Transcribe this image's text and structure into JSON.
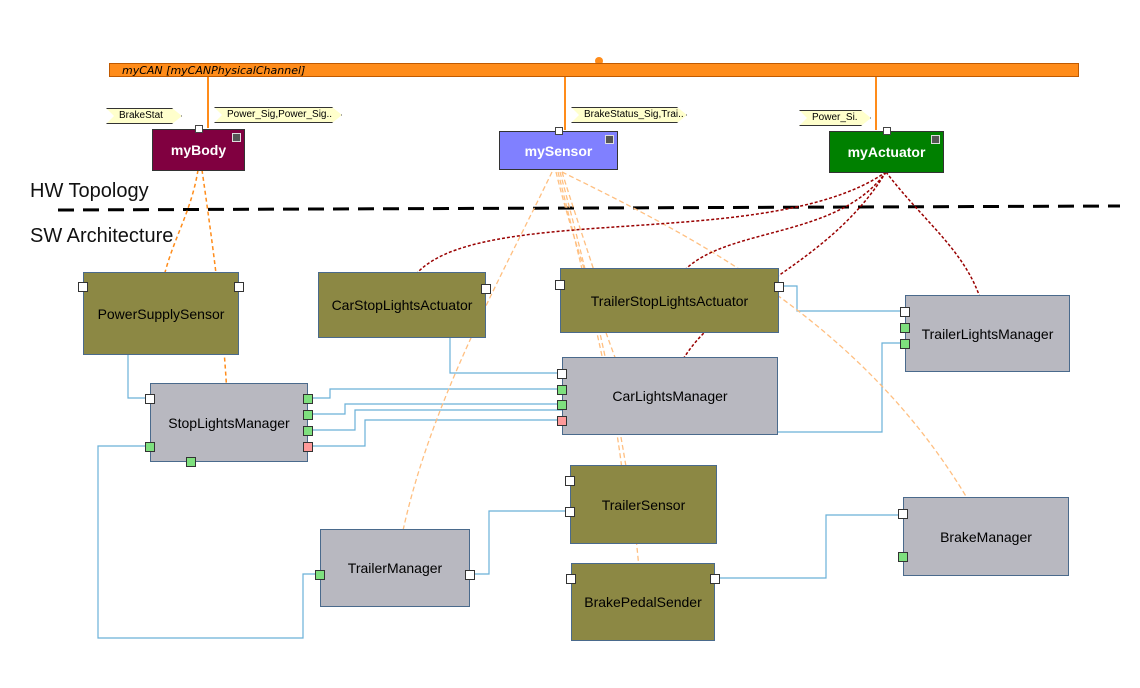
{
  "bus": {
    "label": "myCAN [myCANPhysicalChannel]",
    "color": "#ff8c1a"
  },
  "ecus": {
    "body": {
      "label": "myBody",
      "color": "#800040"
    },
    "sensor": {
      "label": "mySensor",
      "color": "#8080ff"
    },
    "actuator": {
      "label": "myActuator",
      "color": "#008000"
    }
  },
  "signals": {
    "brake_stat": "BrakeStat",
    "power_sig": "Power_Sig,Power_Sig..",
    "brake_status_sig": "BrakeStatus_Sig,Trai..",
    "power_si": "Power_Si."
  },
  "sections": {
    "hw": "HW Topology",
    "sw": "SW Architecture"
  },
  "components": {
    "power_supply_sensor": "PowerSupplySensor",
    "car_stop_lights_actuator": "CarStopLightsActuator",
    "trailer_stop_lights_actuator": "TrailerStopLightsActuator",
    "trailer_lights_manager": "TrailerLightsManager",
    "stop_lights_manager": "StopLightsManager",
    "car_lights_manager": "CarLightsManager",
    "trailer_sensor": "TrailerSensor",
    "trailer_manager": "TrailerManager",
    "brake_pedal_sender": "BrakePedalSender",
    "brake_manager": "BrakeManager"
  },
  "colors": {
    "component_olive": "#8c8844",
    "component_grey": "#b8b8c0",
    "sw_connector": "#6ab0d8",
    "sensor_mapping": "#ffbf80",
    "body_mapping": "#ff8c1a",
    "actuator_mapping": "#990000"
  }
}
